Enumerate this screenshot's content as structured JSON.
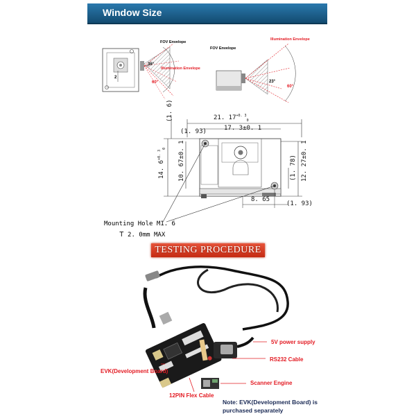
{
  "section_title": "Window Size",
  "window_left": {
    "fov_label": "FOV Envelope",
    "illum_label": "Illumination Envelope",
    "angle_36": "36°",
    "angle_60": "60°",
    "dim_2": "2"
  },
  "window_right": {
    "fov_label": "FOV Envelope",
    "illum_label": "Illumination Envelope",
    "angle_23": "23°",
    "angle_60": "60°"
  },
  "dims": {
    "overall_width": "21. 17",
    "overall_width_tol": "+0. 3",
    "overall_width_tol2": "0",
    "top_offset": "(1. 6)",
    "left_offset": "(1. 93)",
    "inner_width": "17. 3±0. 1",
    "height_total": "14. 6",
    "height_total_tol": "+0. 3",
    "height_total_tol2": "0",
    "inner_height": "10. 67±0. 1",
    "right_height": "12. 27±0. 1",
    "right_offset": "(1. 78)",
    "bottom_width": "8. 65",
    "bottom_offset": "(1. 93)"
  },
  "mounting": {
    "line1": "Mounting Hole M1. 6",
    "line2": "2. 0mm MAX"
  },
  "banner_text": "TESTING PROCEDURE",
  "callouts": {
    "power": "5V power supply",
    "rs232": "RS232 Cable",
    "engine": "Scanner Engine",
    "evk": "EVK(Development Board)",
    "flex": "12PIN Flex Cable"
  },
  "note": {
    "line1": "Note: EVK(Development Board) is",
    "line2": "purchased separately"
  },
  "colors": {
    "header": "#1c5e8a",
    "accent_red": "#e31b23",
    "banner": "#d63a1f"
  }
}
